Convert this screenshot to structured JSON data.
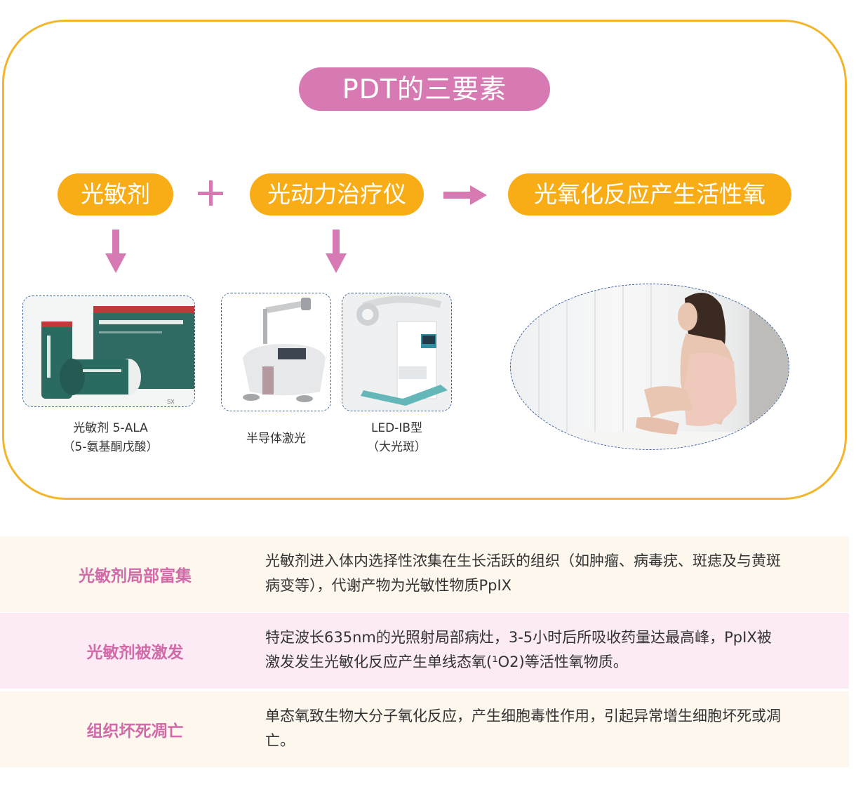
{
  "header": {
    "title": "PDT的三要素"
  },
  "elements": {
    "photosensitizer": "光敏剂",
    "device": "光动力治疗仪",
    "result": "光氧化反应产生活性氧"
  },
  "products": {
    "drug": {
      "caption_line1": "光敏剂 5-ALA",
      "caption_line2": "（5-氨基酮戊酸）"
    },
    "laser": {
      "caption": "半导体激光"
    },
    "led": {
      "caption_line1": "LED-IB型",
      "caption_line2": "（大光斑）"
    }
  },
  "steps": [
    {
      "label": "光敏剂局部富集",
      "text": "光敏剂进入体内选择性浓集在生长活跃的组织（如肿瘤、病毒疣、斑痣及与黄斑病变等），代谢产物为光敏性物质PpIX"
    },
    {
      "label": "光敏剂被激发",
      "text": "特定波长635nm的光照射局部病灶，3-5小时后所吸收药量达最高峰，PpIX被激发发生光敏化反应产生单线态氧(¹O2)等活性氧物质。"
    },
    {
      "label": "组织坏死凋亡",
      "text": "单态氧致生物大分子氧化反应，产生细胞毒性作用，引起异常增生细胞坏死或凋亡。"
    }
  ],
  "colors": {
    "frame": "#f3b52c",
    "pill_orange": "#f8ad17",
    "pink": "#d77ab3",
    "row_cream": "#fdf7ed",
    "row_pink": "#fcebf4"
  }
}
